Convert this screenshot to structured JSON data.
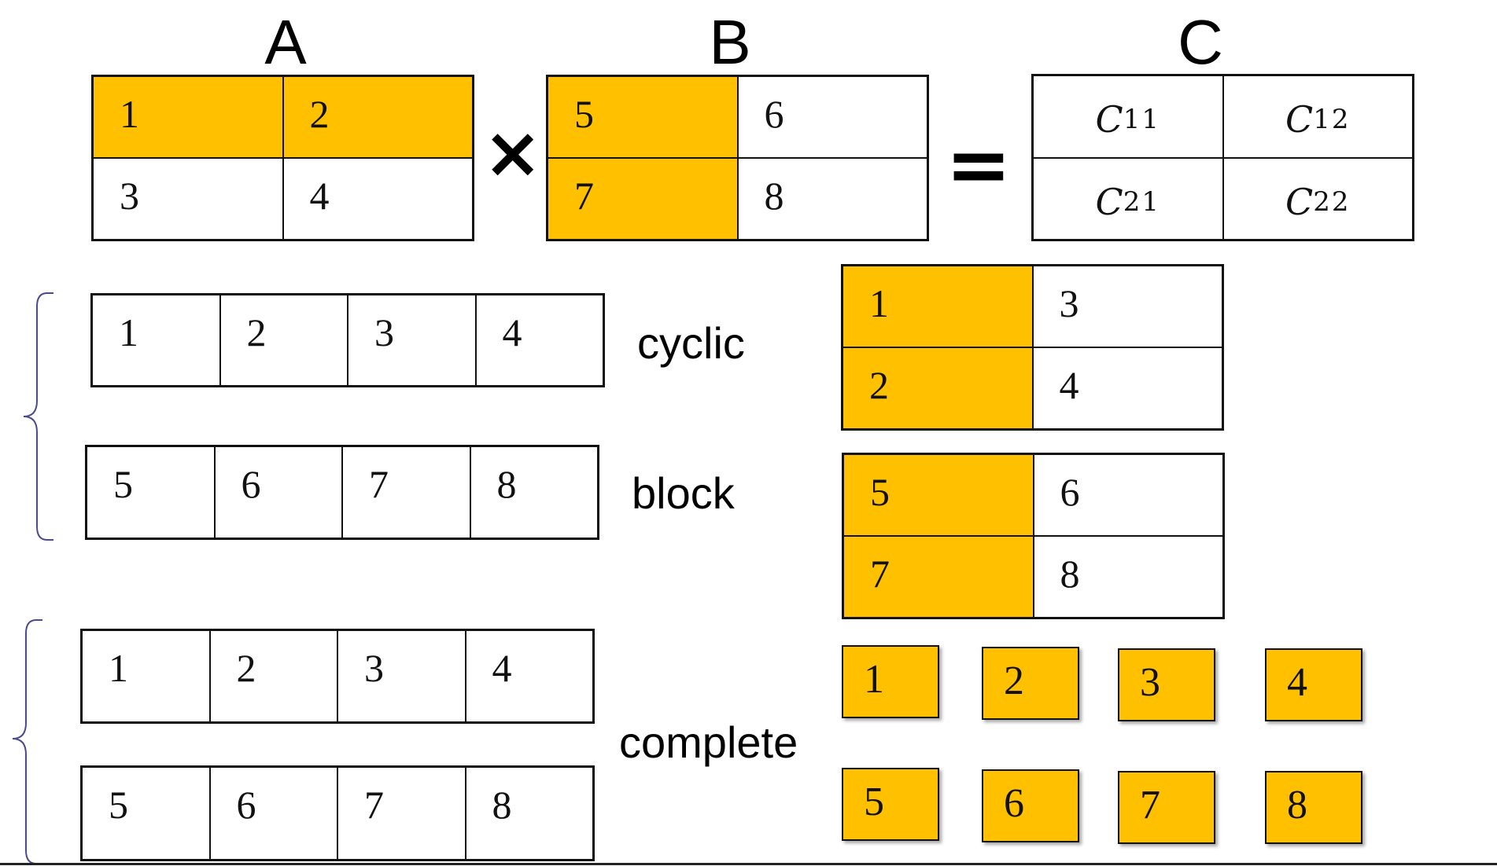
{
  "labels": {
    "A": "A",
    "B": "B",
    "C": "C"
  },
  "operators": {
    "times": "×",
    "equals": "="
  },
  "matrix_a": [
    "1",
    "2",
    "3",
    "4"
  ],
  "matrix_b": [
    "5",
    "6",
    "7",
    "8"
  ],
  "matrix_c": [
    {
      "base": "C",
      "sub": "11"
    },
    {
      "base": "C",
      "sub": "12"
    },
    {
      "base": "C",
      "sub": "21"
    },
    {
      "base": "C",
      "sub": "22"
    }
  ],
  "cyclic": {
    "label": "cyclic",
    "row_a": [
      "1",
      "2",
      "3",
      "4"
    ],
    "row_b": [
      "5",
      "6",
      "7",
      "8"
    ],
    "grid_a": [
      "1",
      "3",
      "2",
      "4"
    ],
    "grid_b": [
      "5",
      "6",
      "7",
      "8"
    ]
  },
  "block": {
    "label": "block"
  },
  "complete": {
    "label": "complete",
    "row_a": [
      "1",
      "2",
      "3",
      "4"
    ],
    "row_b": [
      "5",
      "6",
      "7",
      "8"
    ],
    "boxes_top": [
      "1",
      "2",
      "3",
      "4"
    ],
    "boxes_bottom": [
      "5",
      "6",
      "7",
      "8"
    ]
  },
  "colors": {
    "highlight": "#FFC000",
    "bracket": "#4B4A8C"
  }
}
